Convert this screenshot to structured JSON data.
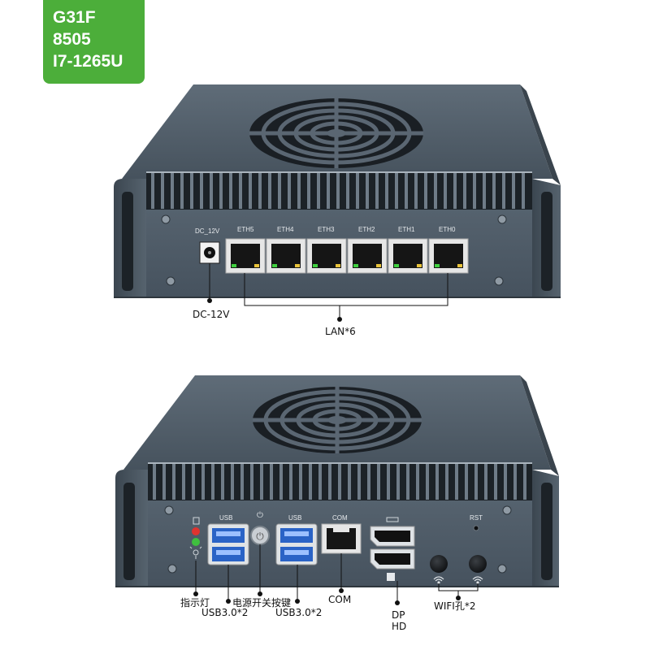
{
  "badge": {
    "line1": "G31F",
    "line2": "8505",
    "line3": "I7-1265U"
  },
  "front": {
    "dc_port": "DC_12V",
    "eth_ports": [
      "ETH5",
      "ETH4",
      "ETH3",
      "ETH2",
      "ETH1",
      "ETH0"
    ],
    "callouts": {
      "dc": "DC-12V",
      "lan": "LAN*6"
    }
  },
  "back": {
    "port_labels": {
      "usb_left": "USB",
      "usb_right": "USB",
      "com": "COM",
      "rst": "RST"
    },
    "callouts": {
      "indicator": "指示灯",
      "usb_left": "USB3.0*2",
      "power": "电源开关按键",
      "usb_right": "USB3.0*2",
      "com": "COM",
      "dp": "DP",
      "hd": "HD",
      "wifi": "WIFI孔*2"
    }
  },
  "colors": {
    "badge": "#4cae3a",
    "chassis": "#4f5d69",
    "led_red": "#e0332f",
    "led_green": "#3fbf3f"
  }
}
